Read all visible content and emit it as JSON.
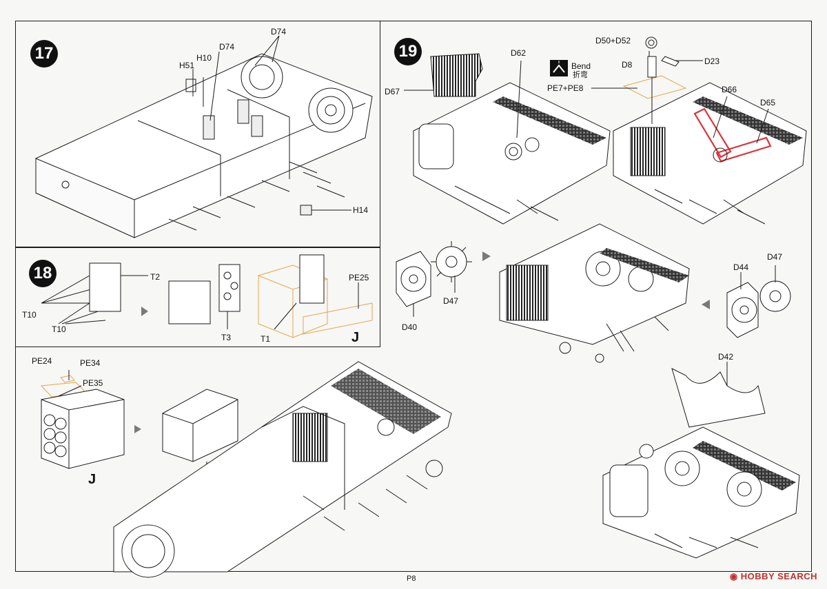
{
  "steps": {
    "s17": "17",
    "s18": "18",
    "s19": "19"
  },
  "step17": {
    "labels": {
      "d74_top": "D74",
      "d74": "D74",
      "h10": "H10",
      "h51": "H51",
      "h14": "H14"
    }
  },
  "step18": {
    "labels": {
      "t2": "T2",
      "t10a": "T10",
      "t10b": "T10",
      "t3": "T3",
      "t1": "T1",
      "pe25": "PE25",
      "j": "J"
    }
  },
  "step_ammo": {
    "labels": {
      "pe24": "PE24",
      "pe34": "PE34",
      "pe35": "PE35",
      "j": "J"
    }
  },
  "step19": {
    "labels": {
      "d50d52": "D50+D52",
      "d62": "D62",
      "d67": "D67",
      "d8": "D8",
      "d23": "D23",
      "pe7pe8": "PE7+PE8",
      "d66": "D66",
      "d65": "D65",
      "d47a": "D47",
      "d40": "D40",
      "d44": "D44",
      "d47b": "D47",
      "d42": "D42"
    },
    "bend": {
      "en": "Bend",
      "cn": "折弯"
    }
  },
  "footer": {
    "page": "P8"
  },
  "watermark": {
    "brand": "HOBBY SEARCH"
  },
  "colors": {
    "line": "#1a1a1a",
    "photo_etch": "#e7a44a",
    "highlight": "#d9333a",
    "arrow": "#7a7a7a"
  }
}
